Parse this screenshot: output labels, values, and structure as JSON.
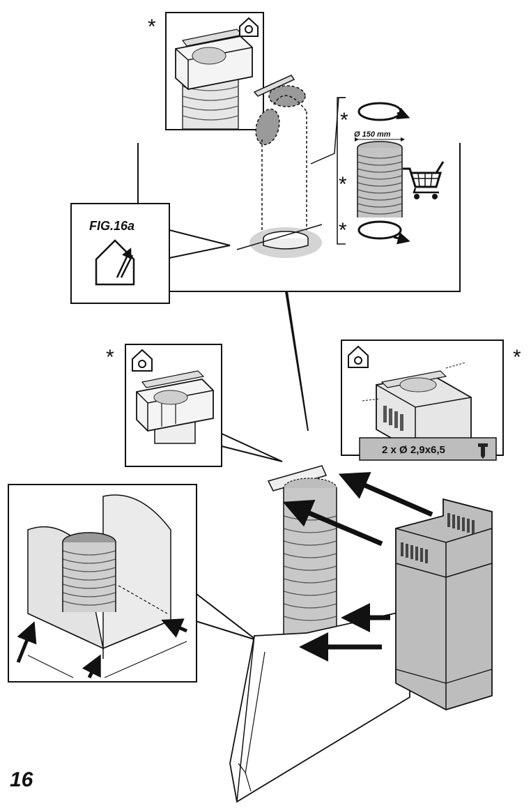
{
  "figure_number": "16",
  "sub_figure_label": "FIG.16a",
  "duct_diameter_label": "Ø 150 mm",
  "screw_spec_label": "2 x  Ø 2,9x6,5",
  "asterisk_symbol": "*",
  "icons": [
    "house-with-arrow-icon",
    "house-with-tool-icon",
    "shopping-cart-icon",
    "screw-icon",
    "clamp-ring-icon",
    "arrow-icon"
  ],
  "colors": {
    "line": "#111111",
    "gray_fill": "#bdbdbd",
    "dark_gray": "#6b6b6b",
    "light_gray": "#d8d8d8"
  }
}
